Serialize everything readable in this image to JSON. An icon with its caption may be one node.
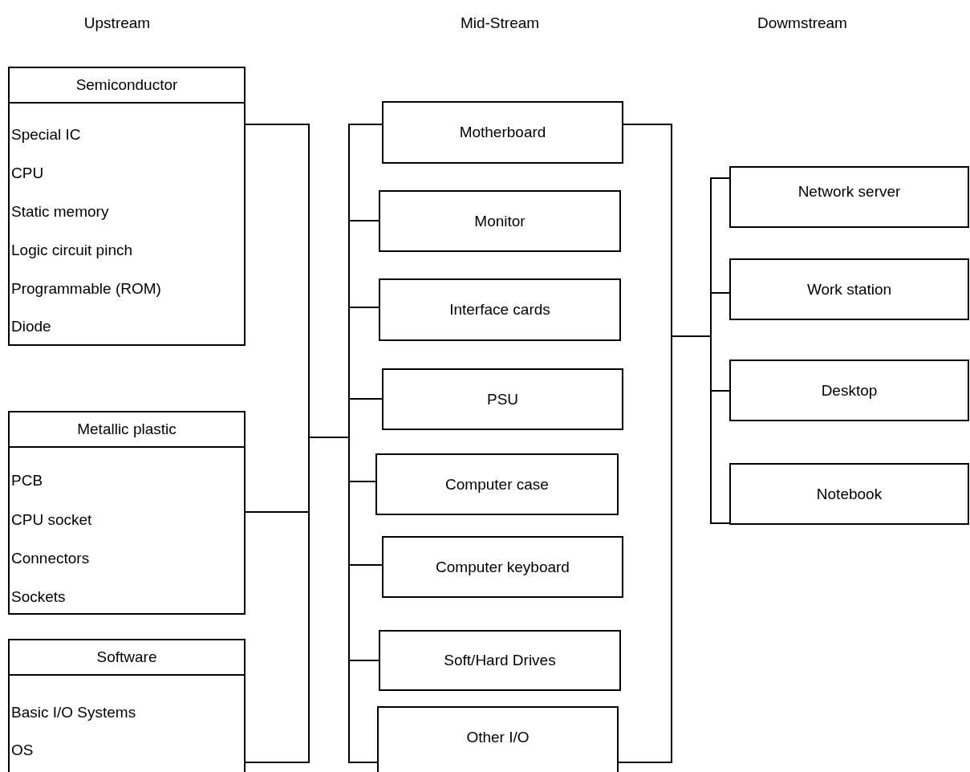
{
  "diagram": {
    "nodes": [
      {
        "text": [
          "Semiconductor",
          "Special IC",
          "CPU",
          "Static memory",
          "Logic circuit pinch",
          "Programmable (ROM)",
          "Diode"
        ]
      },
      {
        "text": [
          "Metallic plastic",
          "PCB",
          "CPU socket",
          "Connectors",
          "Sockets"
        ]
      },
      {
        "text": [
          "Software",
          "Basic I/O Systems",
          "OS"
        ]
      },
      {
        "text": [
          "Motherboard"
        ]
      },
      {
        "text": [
          "Monitor"
        ]
      },
      {
        "text": [
          "Interface cards"
        ]
      },
      {
        "text": [
          "PSU"
        ]
      },
      {
        "text": [
          "Computer case"
        ]
      },
      {
        "text": [
          "Computer keyboard"
        ]
      },
      {
        "text": [
          "Soft/Hard Drives"
        ]
      },
      {
        "text": [
          "Other I/O"
        ]
      },
      {
        "text": [
          "Network server"
        ]
      },
      {
        "text": [
          "Work station"
        ]
      },
      {
        "text": [
          "Desktop"
        ]
      },
      {
        "text": [
          "Notebook"
        ]
      }
    ],
    "edges": [
      {
        "from": 0,
        "to": 3,
        "arrow": "none"
      },
      {
        "from": 0,
        "to": 4,
        "arrow": "none"
      },
      {
        "from": 0,
        "to": 5,
        "arrow": "none"
      },
      {
        "from": 0,
        "to": 6,
        "arrow": "none"
      },
      {
        "from": 0,
        "to": 7,
        "arrow": "none"
      },
      {
        "from": 0,
        "to": 8,
        "arrow": "none"
      },
      {
        "from": 0,
        "to": 9,
        "arrow": "none"
      },
      {
        "from": 0,
        "to": 10,
        "arrow": "none"
      },
      {
        "from": 1,
        "to": 3,
        "arrow": "none"
      },
      {
        "from": 1,
        "to": 4,
        "arrow": "none"
      },
      {
        "from": 1,
        "to": 5,
        "arrow": "none"
      },
      {
        "from": 1,
        "to": 6,
        "arrow": "none"
      },
      {
        "from": 1,
        "to": 7,
        "arrow": "none"
      },
      {
        "from": 1,
        "to": 8,
        "arrow": "none"
      },
      {
        "from": 1,
        "to": 9,
        "arrow": "none"
      },
      {
        "from": 1,
        "to": 10,
        "arrow": "none"
      },
      {
        "from": 2,
        "to": 3,
        "arrow": "none"
      },
      {
        "from": 2,
        "to": 4,
        "arrow": "none"
      },
      {
        "from": 2,
        "to": 5,
        "arrow": "none"
      },
      {
        "from": 2,
        "to": 6,
        "arrow": "none"
      },
      {
        "from": 2,
        "to": 7,
        "arrow": "none"
      },
      {
        "from": 2,
        "to": 8,
        "arrow": "none"
      },
      {
        "from": 2,
        "to": 9,
        "arrow": "none"
      },
      {
        "from": 2,
        "to": 10,
        "arrow": "none"
      },
      {
        "from": 3,
        "to": 11,
        "arrow": "none"
      },
      {
        "from": 3,
        "to": 12,
        "arrow": "none"
      },
      {
        "from": 3,
        "to": 13,
        "arrow": "none"
      },
      {
        "from": 3,
        "to": 14,
        "arrow": "none"
      },
      {
        "from": 10,
        "to": 11,
        "arrow": "none"
      },
      {
        "from": 10,
        "to": 12,
        "arrow": "none"
      },
      {
        "from": 10,
        "to": 13,
        "arrow": "none"
      },
      {
        "from": 10,
        "to": 14,
        "arrow": "none"
      }
    ],
    "labels": [
      "Upstream",
      "Mid-Stream",
      "Dowmstream"
    ]
  }
}
